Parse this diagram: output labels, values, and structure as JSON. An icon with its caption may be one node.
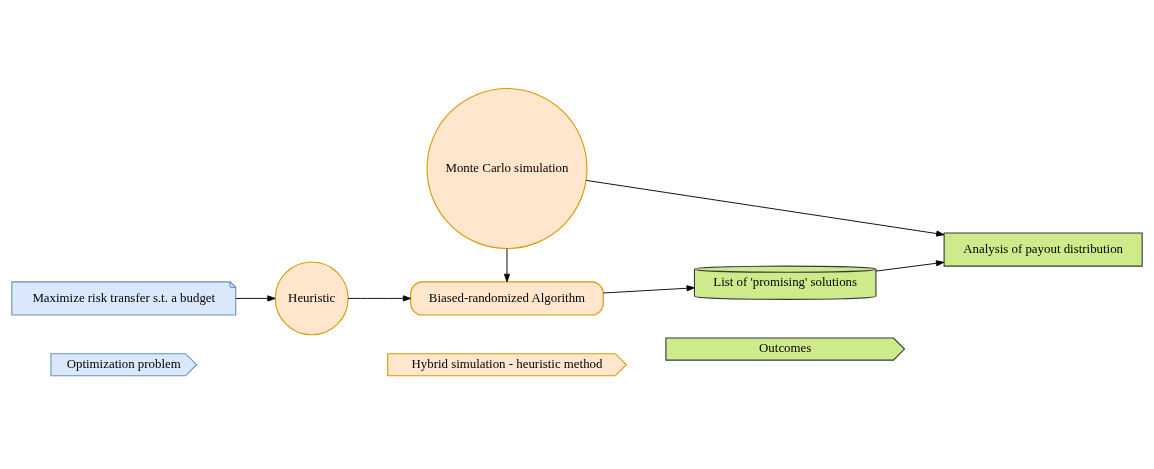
{
  "diagram": {
    "nodes": [
      {
        "text": [
          "Optimization problem"
        ]
      },
      {
        "text": [
          "Hybrid simulation - heuristic method"
        ]
      },
      {
        "text": [
          "Outcomes"
        ]
      },
      {
        "text": [
          "Maximize risk transfer s.t. a budget"
        ]
      },
      {
        "text": [
          "Heuristic"
        ]
      },
      {
        "text": [
          "Biased-randomized Algorithm"
        ]
      },
      {
        "text": [
          "List of 'promising' solutions"
        ]
      },
      {
        "text": [
          "Analysis of payout distribution"
        ]
      },
      {
        "text": [
          "Monte Carlo simulation"
        ]
      }
    ],
    "edges": [
      {
        "from": 3,
        "to": 4,
        "arrow": "to"
      },
      {
        "from": 4,
        "to": 5,
        "arrow": "to"
      },
      {
        "from": 5,
        "to": 6,
        "arrow": "to"
      },
      {
        "from": 6,
        "to": 7,
        "arrow": "to"
      },
      {
        "from": 8,
        "to": 5,
        "arrow": "to"
      },
      {
        "from": 8,
        "to": 7,
        "arrow": "to"
      }
    ]
  }
}
